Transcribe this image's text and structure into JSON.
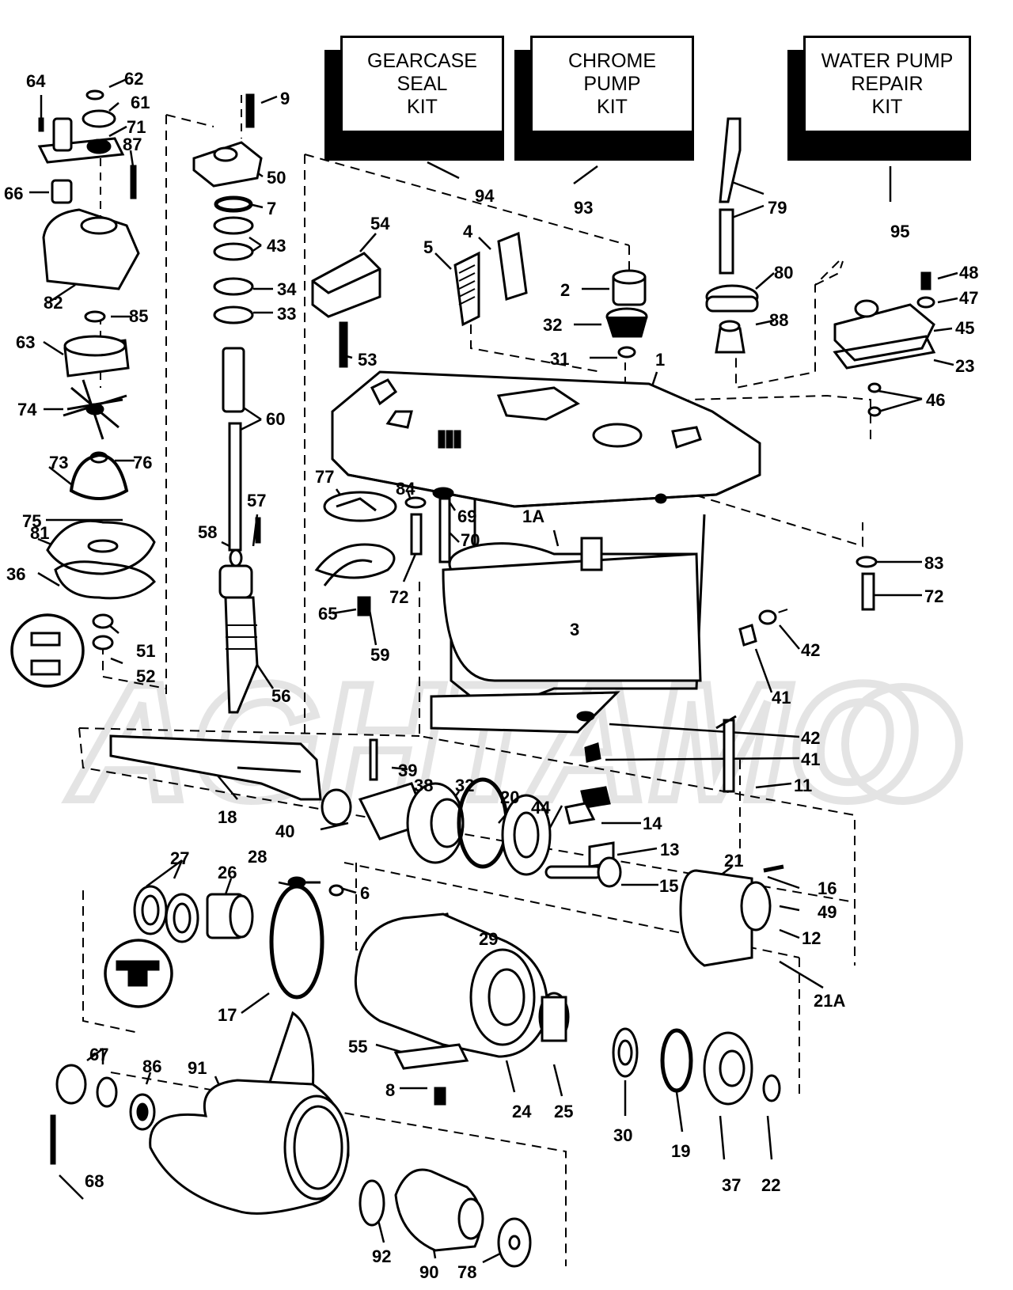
{
  "kits": [
    {
      "id": "gearcase-seal-kit",
      "lines": [
        "GEARCASE",
        "SEAL",
        "KIT"
      ],
      "number": "94"
    },
    {
      "id": "chrome-pump-kit",
      "lines": [
        "CHROME",
        "PUMP",
        "KIT"
      ],
      "number": "93"
    },
    {
      "id": "water-pump-repair-kit",
      "lines": [
        "WATER PUMP",
        "REPAIR",
        "KIT"
      ],
      "number": "95"
    }
  ],
  "callouts": [
    "64",
    "62",
    "61",
    "71",
    "87",
    "66",
    "82",
    "85",
    "63",
    "74",
    "76",
    "73",
    "75",
    "81",
    "36",
    "51",
    "52",
    "9",
    "50",
    "7",
    "43",
    "34",
    "33",
    "60",
    "57",
    "58",
    "56",
    "54",
    "53",
    "5",
    "4",
    "2",
    "32",
    "31",
    "1",
    "77",
    "84",
    "69",
    "70",
    "72",
    "65",
    "59",
    "1A",
    "3",
    "79",
    "80",
    "88",
    "48",
    "47",
    "45",
    "23",
    "46",
    "83",
    "72",
    "41",
    "42",
    "42",
    "41",
    "39",
    "38",
    "32",
    "20",
    "44",
    "14",
    "11",
    "13",
    "15",
    "18",
    "40",
    "21",
    "16",
    "49",
    "12",
    "21A",
    "27",
    "26",
    "28",
    "6",
    "29",
    "17",
    "55",
    "8",
    "24",
    "25",
    "30",
    "19",
    "37",
    "22",
    "67",
    "86",
    "91",
    "68",
    "92",
    "90",
    "78"
  ],
  "watermark": "AGHTAMO"
}
